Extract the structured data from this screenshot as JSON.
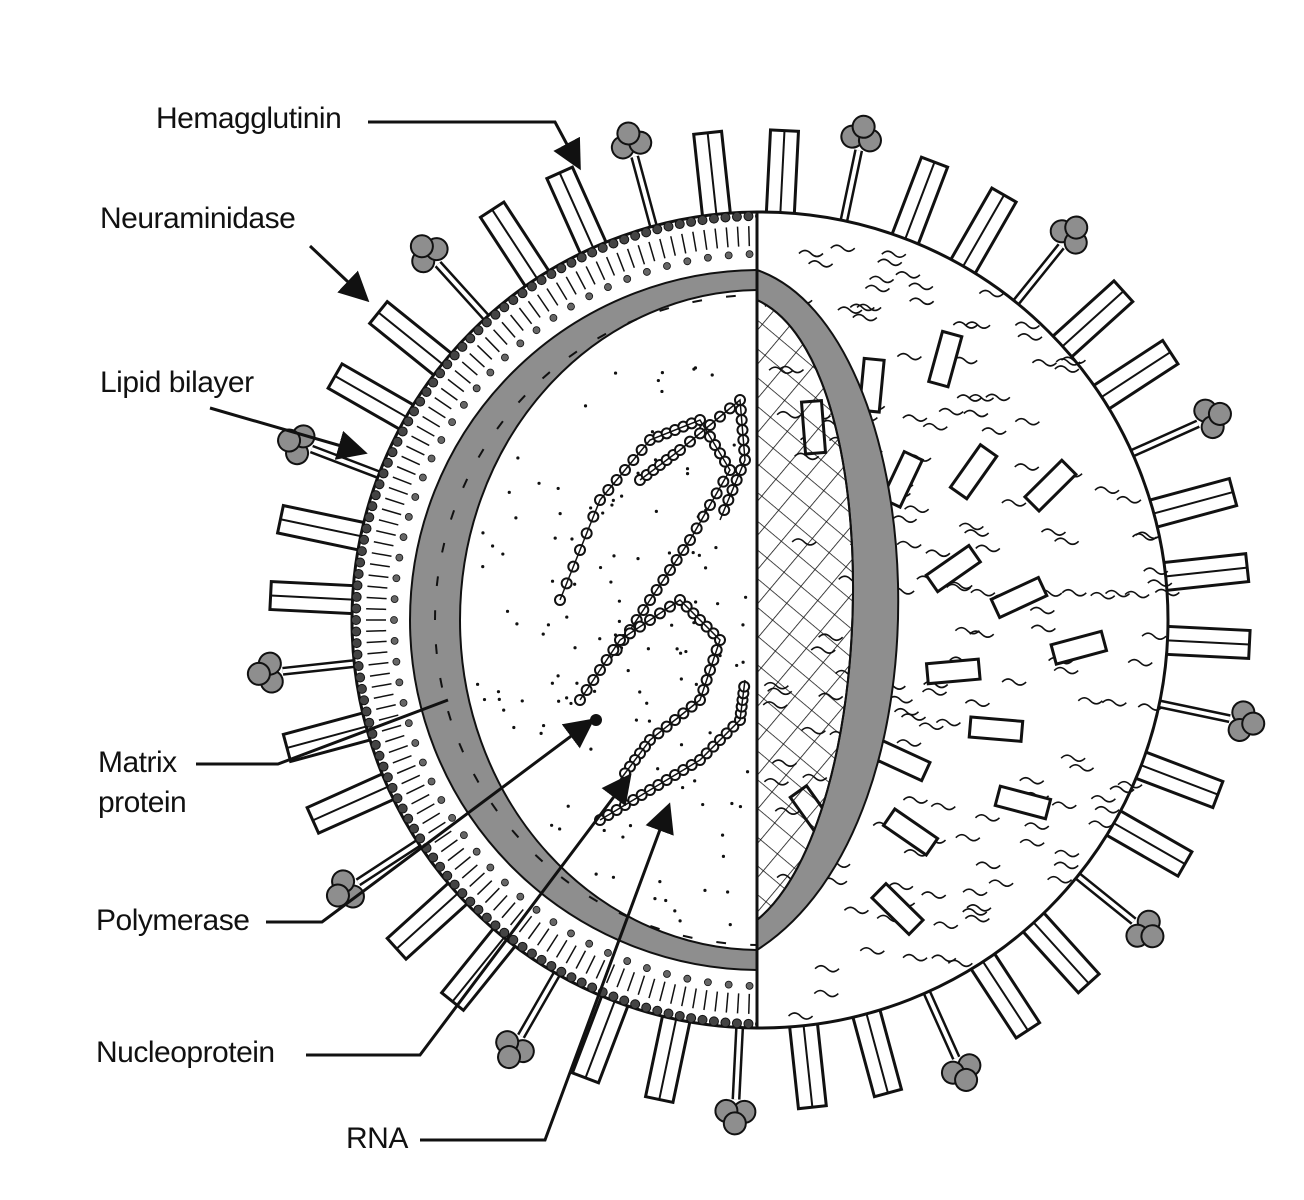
{
  "labels": {
    "hemagglutinin": "Hemagglutinin",
    "neuraminidase": "Neuraminidase",
    "lipid_bilayer": "Lipid bilayer",
    "matrix_line1": "Matrix",
    "matrix_line2": "protein",
    "polymerase": "Polymerase",
    "nucleoprotein": "Nucleoprotein",
    "rna": "RNA"
  },
  "colors": {
    "ink": "#111111",
    "matrix_fill": "#8e8e8e",
    "background": "#ffffff"
  }
}
